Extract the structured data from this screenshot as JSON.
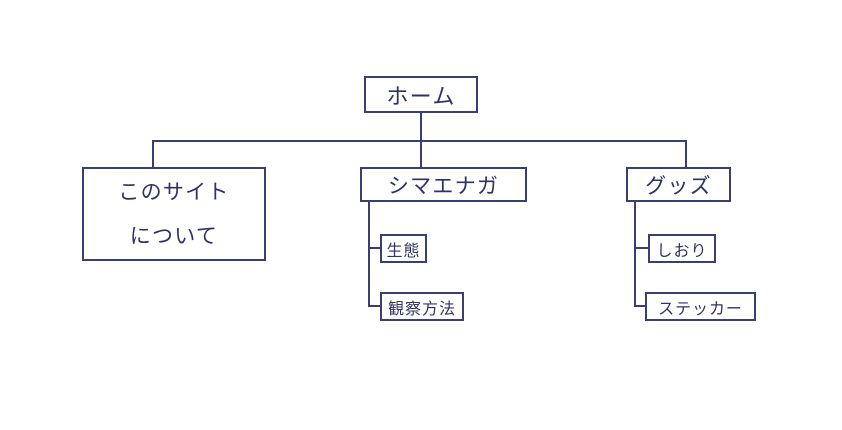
{
  "diagram": {
    "title": "site-structure-tree",
    "colors": {
      "stroke": "#3a3f6e",
      "text": "#2f3360",
      "background": "#ffffff"
    },
    "root": {
      "id": "home",
      "label": "ホーム"
    },
    "branches": [
      {
        "id": "about",
        "label_lines": [
          "このサイト",
          "について"
        ],
        "children": []
      },
      {
        "id": "shimaenaga",
        "label": "シマエナガ",
        "children": [
          {
            "id": "ecology",
            "label": "生態"
          },
          {
            "id": "observation",
            "label": "観察方法"
          }
        ]
      },
      {
        "id": "goods",
        "label": "グッズ",
        "children": [
          {
            "id": "bookmark",
            "label": "しおり"
          },
          {
            "id": "sticker",
            "label": "ステッカー"
          }
        ]
      }
    ]
  }
}
